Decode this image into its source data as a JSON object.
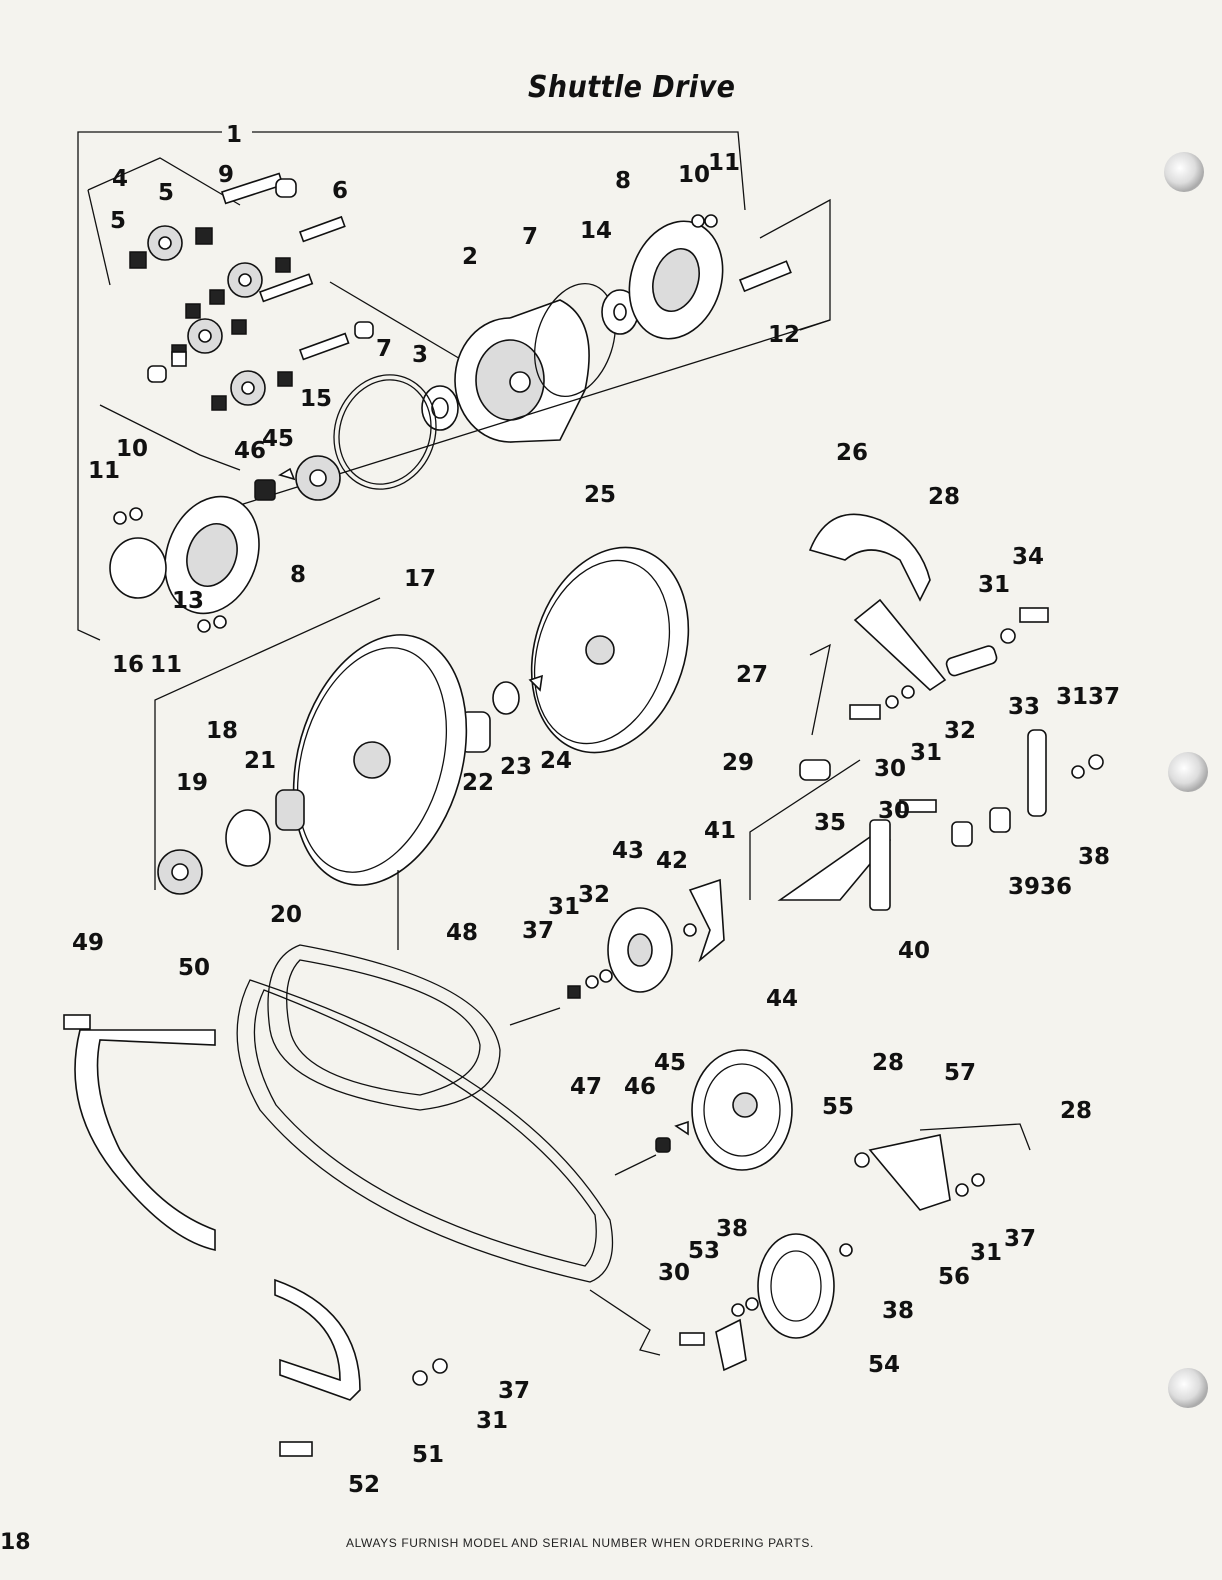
{
  "title": "Shuttle Drive",
  "page_number": "18",
  "footer": "ALWAYS FURNISH MODEL AND SERIAL NUMBER WHEN ORDERING PARTS.",
  "callouts": [
    {
      "n": "1"
    },
    {
      "n": "4"
    },
    {
      "n": "9"
    },
    {
      "n": "6"
    },
    {
      "n": "5"
    },
    {
      "n": "5"
    },
    {
      "n": "8"
    },
    {
      "n": "10"
    },
    {
      "n": "11"
    },
    {
      "n": "7"
    },
    {
      "n": "14"
    },
    {
      "n": "2"
    },
    {
      "n": "12"
    },
    {
      "n": "7"
    },
    {
      "n": "3"
    },
    {
      "n": "15"
    },
    {
      "n": "46"
    },
    {
      "n": "45"
    },
    {
      "n": "10"
    },
    {
      "n": "11"
    },
    {
      "n": "8"
    },
    {
      "n": "13"
    },
    {
      "n": "16"
    },
    {
      "n": "11"
    },
    {
      "n": "17"
    },
    {
      "n": "25"
    },
    {
      "n": "26"
    },
    {
      "n": "28"
    },
    {
      "n": "34"
    },
    {
      "n": "31"
    },
    {
      "n": "27"
    },
    {
      "n": "33"
    },
    {
      "n": "31"
    },
    {
      "n": "37"
    },
    {
      "n": "18"
    },
    {
      "n": "21"
    },
    {
      "n": "22"
    },
    {
      "n": "23"
    },
    {
      "n": "24"
    },
    {
      "n": "32"
    },
    {
      "n": "31"
    },
    {
      "n": "29"
    },
    {
      "n": "30"
    },
    {
      "n": "19"
    },
    {
      "n": "38"
    },
    {
      "n": "35"
    },
    {
      "n": "36"
    },
    {
      "n": "39"
    },
    {
      "n": "30"
    },
    {
      "n": "20"
    },
    {
      "n": "43"
    },
    {
      "n": "42"
    },
    {
      "n": "41"
    },
    {
      "n": "40"
    },
    {
      "n": "31"
    },
    {
      "n": "32"
    },
    {
      "n": "37"
    },
    {
      "n": "48"
    },
    {
      "n": "49"
    },
    {
      "n": "50"
    },
    {
      "n": "44"
    },
    {
      "n": "45"
    },
    {
      "n": "46"
    },
    {
      "n": "47"
    },
    {
      "n": "28"
    },
    {
      "n": "57"
    },
    {
      "n": "55"
    },
    {
      "n": "28"
    },
    {
      "n": "38"
    },
    {
      "n": "53"
    },
    {
      "n": "30"
    },
    {
      "n": "31"
    },
    {
      "n": "37"
    },
    {
      "n": "56"
    },
    {
      "n": "38"
    },
    {
      "n": "54"
    },
    {
      "n": "37"
    },
    {
      "n": "31"
    },
    {
      "n": "51"
    },
    {
      "n": "52"
    }
  ]
}
